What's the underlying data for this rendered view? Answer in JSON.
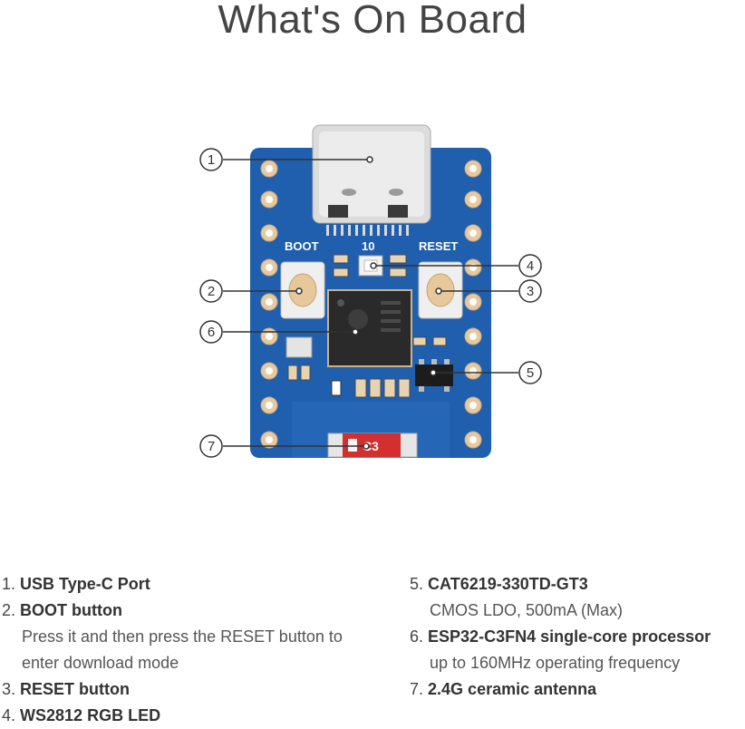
{
  "title": "What's On Board",
  "board": {
    "silkscreen": {
      "boot": "BOOT",
      "reset": "RESET",
      "pin": "10",
      "antenna_mark": "C3"
    },
    "colors": {
      "pcb": "#1f5fae",
      "pad": "#e7c9a0",
      "usb": "#e3e3e3",
      "chip": "#2a2a2a",
      "antenna": "#d32f2f"
    }
  },
  "callouts": [
    "1",
    "2",
    "3",
    "4",
    "5",
    "6",
    "7"
  ],
  "features": [
    {
      "num": "1.",
      "name": "USB Type-C Port",
      "desc": []
    },
    {
      "num": "2.",
      "name": "BOOT button",
      "desc": [
        "Press it and then press the RESET button to",
        "enter download mode"
      ]
    },
    {
      "num": "3.",
      "name": "RESET button",
      "desc": []
    },
    {
      "num": "4.",
      "name": "WS2812 RGB LED",
      "desc": []
    },
    {
      "num": "5.",
      "name": "CAT6219-330TD-GT3",
      "desc": [
        "CMOS LDO, 500mA (Max)"
      ]
    },
    {
      "num": "6.",
      "name": "ESP32-C3FN4 single-core processor",
      "desc": [
        "up to 160MHz operating frequency"
      ]
    },
    {
      "num": "7.",
      "name": "2.4G ceramic antenna",
      "desc": []
    }
  ]
}
